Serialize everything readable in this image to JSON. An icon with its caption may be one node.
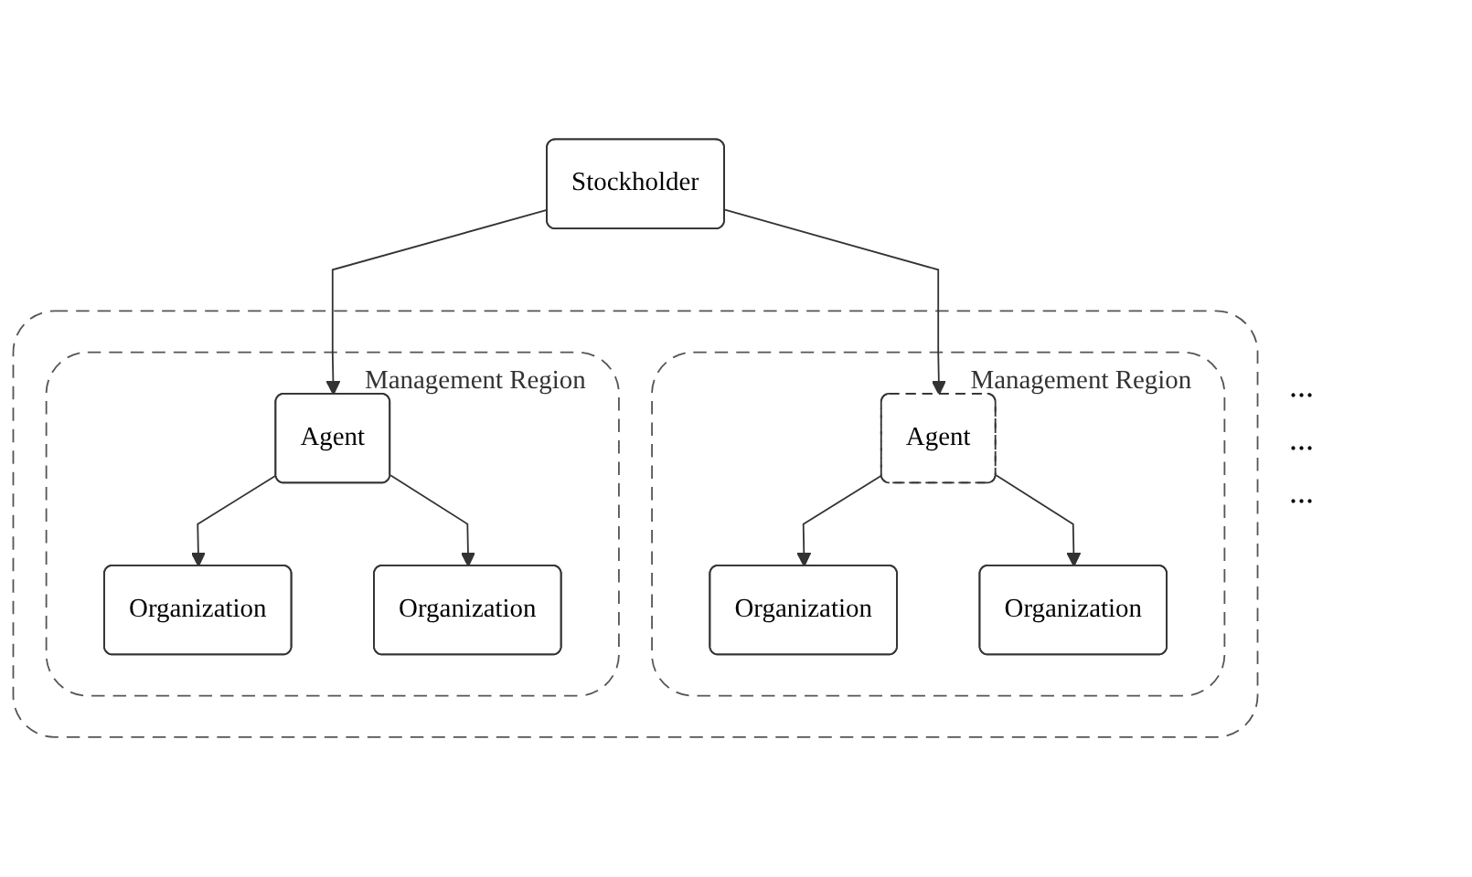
{
  "diagram": {
    "nodes": [
      {
        "text": [
          "Stockholder"
        ]
      },
      {
        "text": [],
        "shape": "box"
      },
      {
        "text": [
          "Management Region"
        ],
        "in": 1
      },
      {
        "text": [
          "Agent"
        ],
        "in": 2
      },
      {
        "text": [
          "Organization"
        ],
        "in": 2
      },
      {
        "text": [
          "Organization"
        ],
        "in": 2
      },
      {
        "text": [
          "Management Region"
        ],
        "in": 1
      },
      {
        "text": [
          "Agent"
        ],
        "in": 6
      },
      {
        "text": [
          "Organization"
        ],
        "in": 6
      },
      {
        "text": [
          "Organization"
        ],
        "in": 6
      }
    ],
    "edges": [
      {
        "from": 0,
        "to": 3,
        "arrow": "to"
      },
      {
        "from": 0,
        "to": 7,
        "arrow": "to"
      },
      {
        "from": 3,
        "to": 4,
        "arrow": "to"
      },
      {
        "from": 3,
        "to": 5,
        "arrow": "to"
      },
      {
        "from": 7,
        "to": 8,
        "arrow": "to"
      },
      {
        "from": 7,
        "to": 9,
        "arrow": "to"
      }
    ],
    "labels": [
      "...",
      "...",
      "..."
    ]
  }
}
